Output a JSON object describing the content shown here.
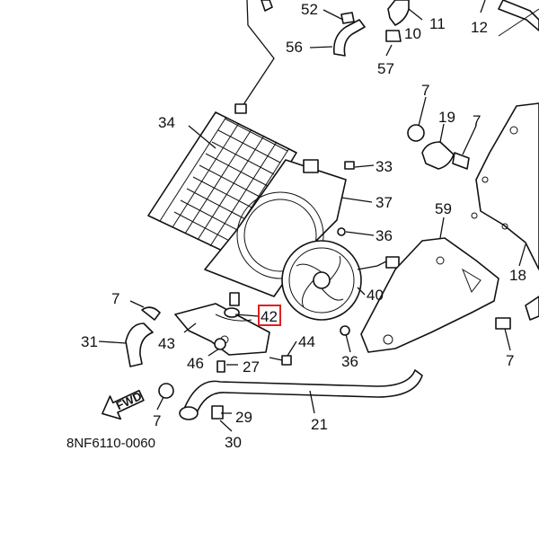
{
  "diagram_code": "8NF6110-0060",
  "fwd_label": "FWD",
  "highlight_color": "#e02020",
  "callouts": {
    "c52": "52",
    "c11": "11",
    "c12": "12",
    "c10": "10",
    "c56": "56",
    "c57": "57",
    "c7a": "7",
    "c19": "19",
    "c7b": "7",
    "c34": "34",
    "c33": "33",
    "c37": "37",
    "c59": "59",
    "c36a": "36",
    "c18": "18",
    "c40": "40",
    "c7c": "7",
    "c42": "42",
    "c31": "31",
    "c43": "43",
    "c44": "44",
    "c36b": "36",
    "c7d": "7",
    "c46": "46",
    "c27": "27",
    "c29": "29",
    "c7e": "7",
    "c21": "21",
    "c30": "30"
  }
}
